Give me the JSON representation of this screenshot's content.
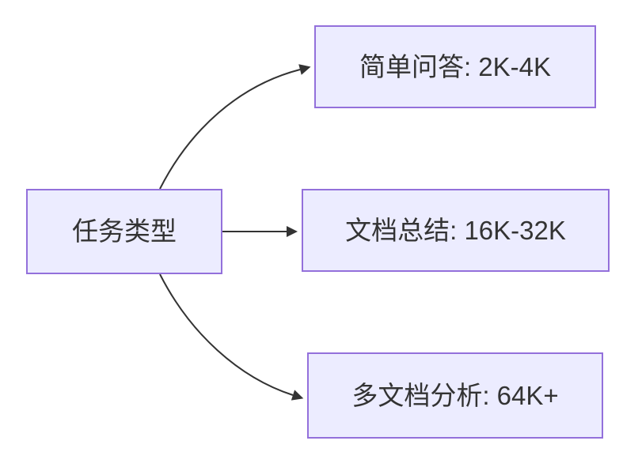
{
  "diagram": {
    "type": "flowchart-LR",
    "colors": {
      "background": "#ffffff",
      "node_fill": "#ECECFF",
      "node_border": "#9370DB",
      "edge": "#333333",
      "text": "#333333"
    },
    "nodes": {
      "root": {
        "label": "任务类型"
      },
      "branch_top": {
        "label": "简单问答: 2K-4K"
      },
      "branch_middle": {
        "label": "文档总结: 16K-32K"
      },
      "branch_bottom": {
        "label": "多文档分析: 64K+"
      }
    },
    "edges": [
      {
        "from": "任务类型",
        "to": "简单问答: 2K-4K"
      },
      {
        "from": "任务类型",
        "to": "文档总结: 16K-32K"
      },
      {
        "from": "任务类型",
        "to": "多文档分析: 64K+"
      }
    ]
  }
}
